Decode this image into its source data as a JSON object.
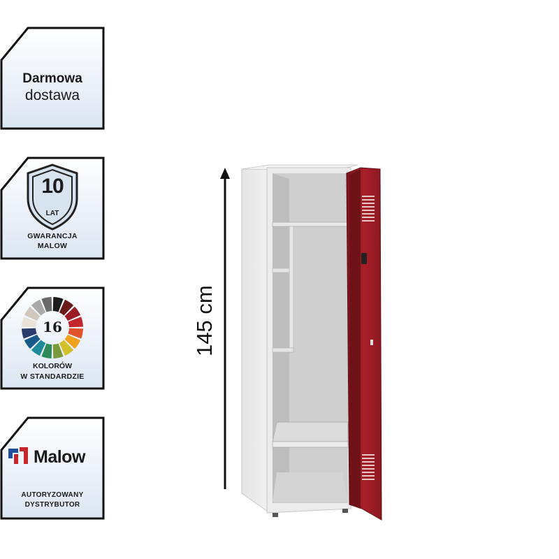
{
  "badges": {
    "delivery": {
      "title": "Darmowa",
      "subtitle": "dostawa"
    },
    "warranty": {
      "number": "10",
      "unit": "LAT",
      "line1": "GWARANCJA",
      "line2": "MALOW"
    },
    "colors": {
      "number": "16",
      "line1": "KOLORÓW",
      "line2": "W STANDARDZIE"
    },
    "distributor": {
      "brand": "Malow",
      "line1": "AUTORYZOWANY",
      "line2": "DYSTRYBUTOR"
    }
  },
  "product": {
    "height_label": "145 cm",
    "door_color": "#9b1b24",
    "body_color": "#e6e6e6"
  },
  "colors_palette": [
    "#1c1c1c",
    "#6b1a1a",
    "#9b1b24",
    "#c4262e",
    "#e0522a",
    "#f0a21e",
    "#d2c12a",
    "#7a9a3a",
    "#2e8a5a",
    "#1e8a9a",
    "#1a5a8a",
    "#2a3a6a",
    "#e8e2d8",
    "#cfc8bc",
    "#a8a8a8",
    "#6a6a6a"
  ]
}
